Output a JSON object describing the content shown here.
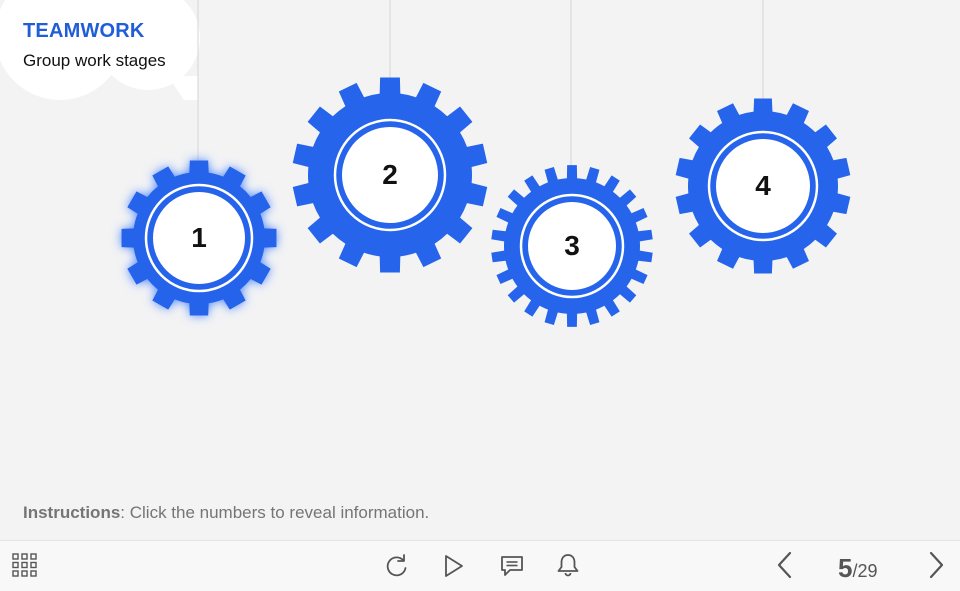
{
  "slide": {
    "title": "TEAMWORK",
    "subtitle": "Group work stages"
  },
  "gears": [
    {
      "label": "1",
      "highlighted": true
    },
    {
      "label": "2",
      "highlighted": false
    },
    {
      "label": "3",
      "highlighted": false
    },
    {
      "label": "4",
      "highlighted": false
    }
  ],
  "instructions": {
    "prefix": "Instructions",
    "text": ": Click the numbers to reveal information."
  },
  "player": {
    "current_slide": "5",
    "total_slides": "/29",
    "icons": [
      "grid-menu-icon",
      "replay-icon",
      "play-icon",
      "notes-icon",
      "bell-icon",
      "chevron-left-icon",
      "chevron-right-icon"
    ]
  },
  "colors": {
    "accent": "#2564eb",
    "title": "#1f5ed6",
    "background": "#f3f3f4",
    "glow": "#3b7bff"
  }
}
